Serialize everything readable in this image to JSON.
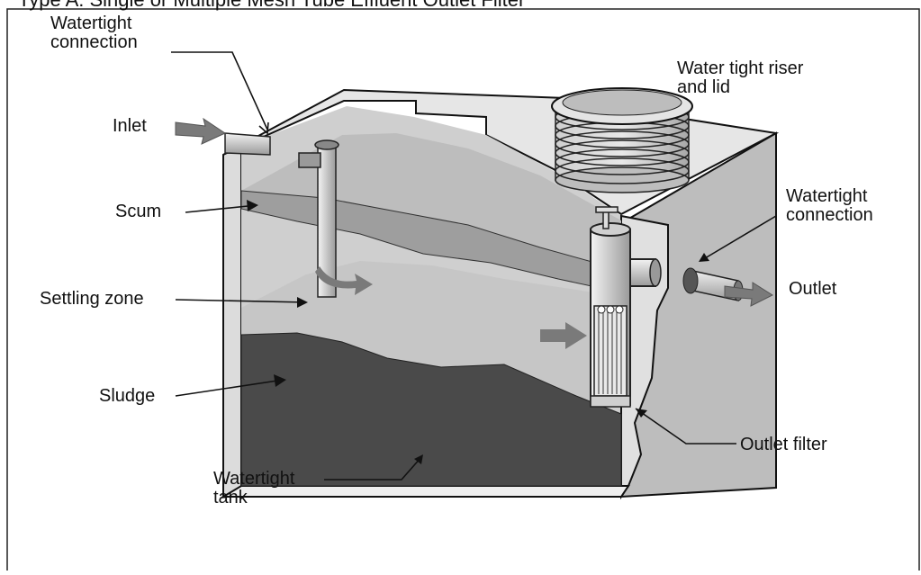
{
  "title": "Type A: Single or Multiple Mesh Tube Effluent Outlet Filter",
  "labels": {
    "watertight_connection_inlet": "Watertight\nconnection",
    "inlet": "Inlet",
    "scum": "Scum",
    "settling_zone": "Settling zone",
    "sludge": "Sludge",
    "watertight_tank": "Watertight\ntank",
    "riser_and_lid": "Water tight riser\nand lid",
    "watertight_connection_outlet": "Watertight\nconnection",
    "outlet": "Outlet",
    "outlet_filter": "Outlet filter"
  },
  "colors": {
    "tank_wall_front": "#d8d8d8",
    "tank_wall_side": "#bdbdbd",
    "tank_interior": "#c8c8c8",
    "scum_layer": "#9e9e9e",
    "sludge_layer": "#4a4a4a",
    "arrow_gray": "#7a7a7a",
    "outline": "#111111"
  }
}
